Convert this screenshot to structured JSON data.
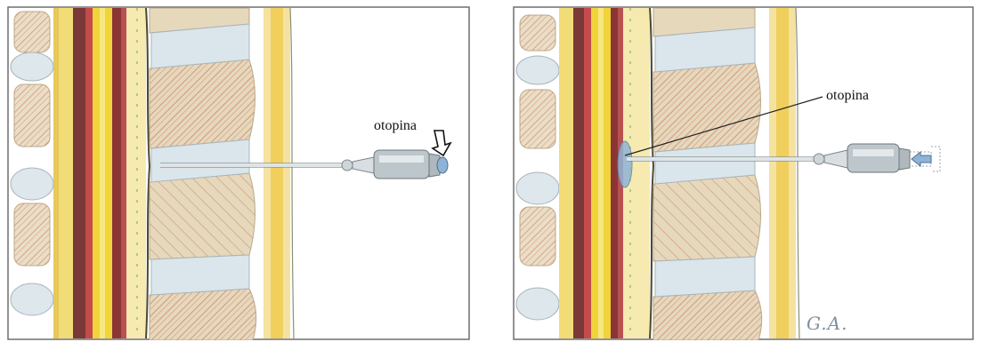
{
  "panels": [
    {
      "label": "otopina"
    },
    {
      "label": "otopina",
      "signature": "G.A."
    }
  ],
  "colors": {
    "frame": "#6f6f6f",
    "vertebra_fill": "#e6d9bb",
    "vertebra_hatch": "#c97e72",
    "disc": "#dbe6ec",
    "ligament_yellow": "#f2d96a",
    "spinal_cord_dark": "#6b2e2e",
    "spinal_cord_red": "#9b3a3a",
    "cord_yellow": "#e8d040",
    "fat_yellow": "#f6e8a8",
    "needle": "#9aa3a8",
    "solution_blue": "#8fb3d6"
  }
}
